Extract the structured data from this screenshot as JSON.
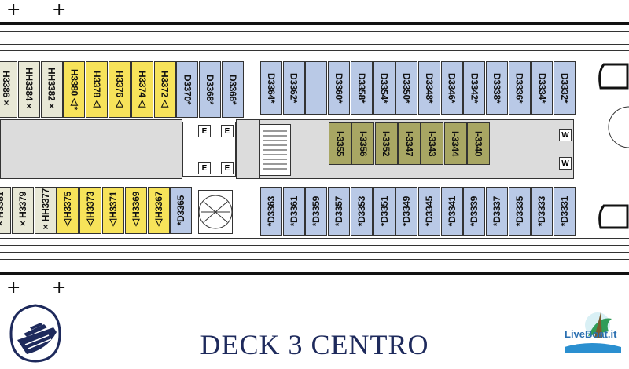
{
  "title": "DECK  3  CENTRO",
  "markers": [
    "+",
    "+",
    "+",
    "+"
  ],
  "colors": {
    "suite": "#f7e35a",
    "inside": "#b9c9e6",
    "oceanview": "#e8e8d6",
    "interior_olive": "#a8a663",
    "title": "#1e2a5c"
  },
  "icons": {
    "ship_logo": "ship-logo-icon",
    "liveboat_logo": "liveboat-logo-icon"
  },
  "logo_text": {
    "liveboat": "LiveBoat.it"
  },
  "cabins_top_left": [
    {
      "label": "H3386×",
      "color": "cream"
    },
    {
      "label": "HH3384×",
      "color": "cream"
    },
    {
      "label": "HH3382×",
      "color": "cream"
    },
    {
      "label": "H3380△*",
      "color": "yellow"
    },
    {
      "label": "H3378△",
      "color": "yellow"
    },
    {
      "label": "H3376△",
      "color": "yellow"
    },
    {
      "label": "H3374△",
      "color": "yellow"
    },
    {
      "label": "H3372△",
      "color": "yellow"
    },
    {
      "label": "D3370*",
      "color": "blue"
    },
    {
      "label": "D3368*",
      "color": "blue"
    },
    {
      "label": "D3366*",
      "color": "blue"
    }
  ],
  "cabins_top_right": [
    {
      "label": "D3364*",
      "color": "blue"
    },
    {
      "label": "D3362*",
      "color": "blue"
    },
    {
      "label": "",
      "color": "blue"
    },
    {
      "label": "D3360*",
      "color": "blue"
    },
    {
      "label": "D3358*",
      "color": "blue"
    },
    {
      "label": "D3354*",
      "color": "blue"
    },
    {
      "label": "D3350*",
      "color": "blue"
    },
    {
      "label": "D3348*",
      "color": "blue"
    },
    {
      "label": "D3346*",
      "color": "blue"
    },
    {
      "label": "D3342*",
      "color": "blue"
    },
    {
      "label": "D3338*",
      "color": "blue"
    },
    {
      "label": "D3336*",
      "color": "blue"
    },
    {
      "label": "D3334*",
      "color": "blue"
    },
    {
      "label": "D3332*",
      "color": "blue"
    }
  ],
  "cabins_middle": [
    {
      "label": "I-3355",
      "color": "olive"
    },
    {
      "label": "I-3356",
      "color": "olive"
    },
    {
      "label": "I-3352",
      "color": "olive"
    },
    {
      "label": "I-3347",
      "color": "olive"
    },
    {
      "label": "I-3343",
      "color": "olive"
    },
    {
      "label": "I-3344",
      "color": "olive"
    },
    {
      "label": "I-3340",
      "color": "olive"
    }
  ],
  "cabins_bottom_left": [
    {
      "label": "×H3381",
      "color": "cream"
    },
    {
      "label": "×H3379",
      "color": "cream"
    },
    {
      "label": "×HH3377",
      "color": "cream"
    },
    {
      "label": "△H3375",
      "color": "yellow"
    },
    {
      "label": "△H3373",
      "color": "yellow"
    },
    {
      "label": "△H3371",
      "color": "yellow"
    },
    {
      "label": "△H3369",
      "color": "yellow"
    },
    {
      "label": "△H3367",
      "color": "yellow"
    },
    {
      "label": "*D3365",
      "color": "blue"
    }
  ],
  "cabins_bottom_right": [
    {
      "label": "*D3363",
      "color": "blue"
    },
    {
      "label": "*D3361",
      "color": "blue"
    },
    {
      "label": "*D3359",
      "color": "blue"
    },
    {
      "label": "*D3357",
      "color": "blue"
    },
    {
      "label": "*D3353",
      "color": "blue"
    },
    {
      "label": "*D3351",
      "color": "blue"
    },
    {
      "label": "*D3349",
      "color": "blue"
    },
    {
      "label": "*D3345",
      "color": "blue"
    },
    {
      "label": "*D3341",
      "color": "blue"
    },
    {
      "label": "*D3339",
      "color": "blue"
    },
    {
      "label": "*D3337",
      "color": "blue"
    },
    {
      "label": "*D3335",
      "color": "blue"
    },
    {
      "label": "*D3333",
      "color": "blue"
    },
    {
      "label": "*D3331",
      "color": "blue"
    }
  ],
  "elevators": [
    "E",
    "E",
    "E",
    "E"
  ],
  "restrooms": [
    "W",
    "W"
  ]
}
